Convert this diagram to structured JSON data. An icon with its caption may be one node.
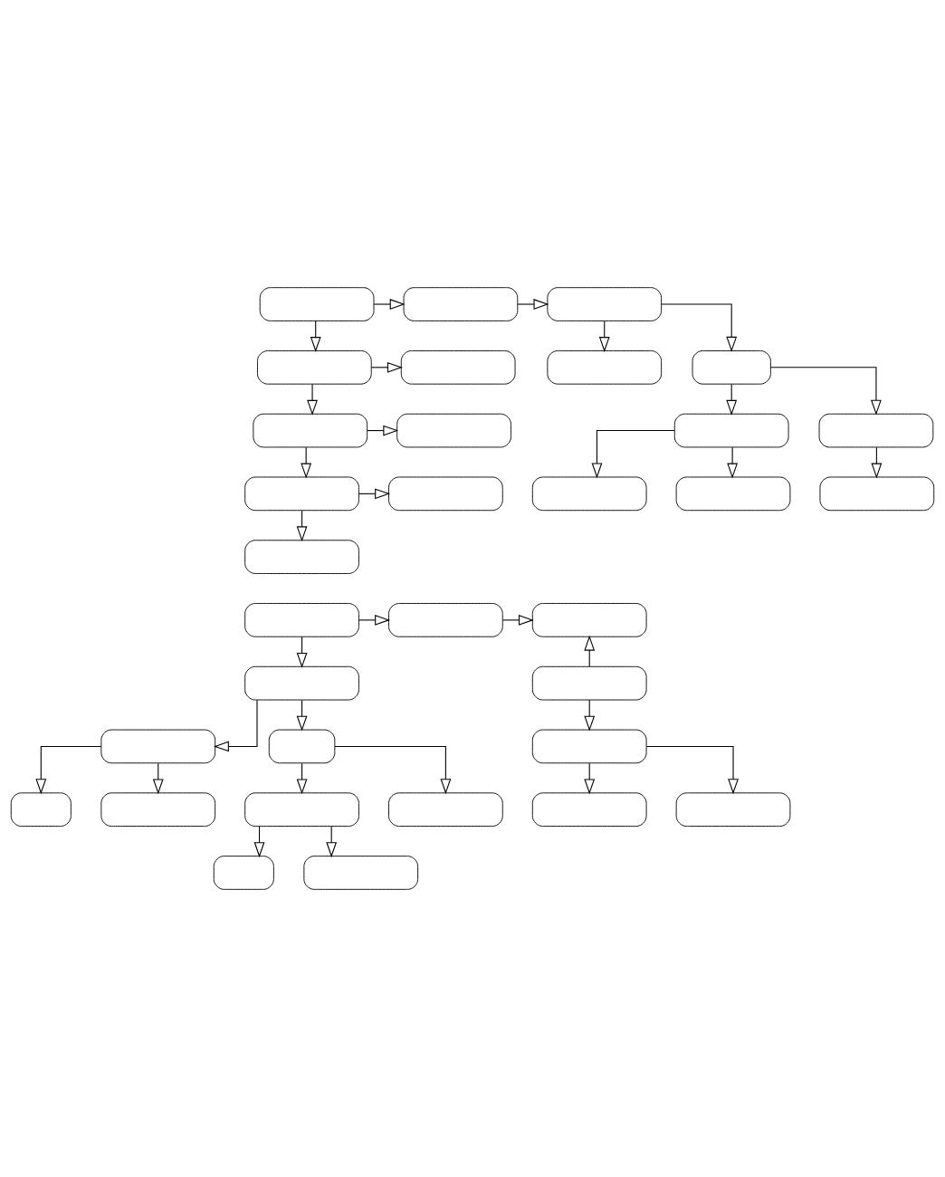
{
  "diagram": {
    "nodes": [
      {
        "text": [],
        "shape": "box"
      },
      {
        "text": [],
        "shape": "box"
      },
      {
        "text": [],
        "shape": "box"
      },
      {
        "text": [],
        "shape": "box"
      },
      {
        "text": [],
        "shape": "box"
      },
      {
        "text": [],
        "shape": "box"
      },
      {
        "text": [],
        "shape": "box"
      },
      {
        "text": [],
        "shape": "box"
      },
      {
        "text": [],
        "shape": "box"
      },
      {
        "text": [],
        "shape": "box"
      },
      {
        "text": [],
        "shape": "box"
      },
      {
        "text": [],
        "shape": "box"
      },
      {
        "text": [],
        "shape": "box"
      },
      {
        "text": [],
        "shape": "box"
      },
      {
        "text": [],
        "shape": "box"
      },
      {
        "text": [],
        "shape": "box"
      },
      {
        "text": [],
        "shape": "box"
      },
      {
        "text": [],
        "shape": "box"
      },
      {
        "text": [],
        "shape": "box"
      },
      {
        "text": [],
        "shape": "box"
      },
      {
        "text": [],
        "shape": "box"
      },
      {
        "text": [],
        "shape": "box"
      },
      {
        "text": [],
        "shape": "box"
      },
      {
        "text": [],
        "shape": "box"
      },
      {
        "text": [],
        "shape": "box"
      },
      {
        "text": [],
        "shape": "box"
      },
      {
        "text": [],
        "shape": "box"
      },
      {
        "text": [],
        "shape": "box"
      },
      {
        "text": [],
        "shape": "box"
      },
      {
        "text": [],
        "shape": "box"
      },
      {
        "text": [],
        "shape": "box"
      },
      {
        "text": [],
        "shape": "box"
      },
      {
        "text": [],
        "shape": "box"
      }
    ],
    "edges": [
      {
        "from": 0,
        "to": 1,
        "arrow": "to"
      },
      {
        "from": 1,
        "to": 2,
        "arrow": "to"
      },
      {
        "from": 0,
        "to": 3,
        "arrow": "to"
      },
      {
        "from": 3,
        "to": 4,
        "arrow": "to"
      },
      {
        "from": 3,
        "to": 6,
        "arrow": "to"
      },
      {
        "from": 6,
        "to": 7,
        "arrow": "to"
      },
      {
        "from": 6,
        "to": 10,
        "arrow": "to"
      },
      {
        "from": 10,
        "to": 11,
        "arrow": "to"
      },
      {
        "from": 10,
        "to": 14,
        "arrow": "to"
      },
      {
        "from": 2,
        "to": 8,
        "arrow": "to"
      },
      {
        "from": 2,
        "to": 5,
        "arrow": "to"
      },
      {
        "from": 8,
        "to": 12,
        "arrow": "to"
      },
      {
        "from": 8,
        "to": 9,
        "arrow": "to"
      },
      {
        "from": 9,
        "to": 16,
        "arrow": "to"
      },
      {
        "from": 9,
        "to": 13,
        "arrow": "to"
      },
      {
        "from": 12,
        "to": 15,
        "arrow": "to"
      },
      {
        "from": 17,
        "to": 18,
        "arrow": "to"
      },
      {
        "from": 18,
        "to": 19,
        "arrow": "to"
      },
      {
        "from": 17,
        "to": 21,
        "arrow": "to"
      },
      {
        "from": 21,
        "to": 27,
        "arrow": "to"
      },
      {
        "from": 27,
        "to": 28,
        "arrow": "to"
      },
      {
        "from": 21,
        "to": 29,
        "arrow": "to"
      },
      {
        "from": 27,
        "to": 23,
        "arrow": "to"
      },
      {
        "from": 22,
        "to": 19,
        "arrow": "to"
      },
      {
        "from": 22,
        "to": 20,
        "arrow": "to"
      },
      {
        "from": 20,
        "to": 24,
        "arrow": "to"
      },
      {
        "from": 20,
        "to": 25,
        "arrow": "to"
      },
      {
        "from": 29,
        "to": 31,
        "arrow": "to"
      },
      {
        "from": 29,
        "to": 30,
        "arrow": "to"
      },
      {
        "from": 30,
        "to": 32,
        "arrow": "to"
      },
      {
        "from": 30,
        "to": 26,
        "arrow": "to"
      }
    ]
  }
}
